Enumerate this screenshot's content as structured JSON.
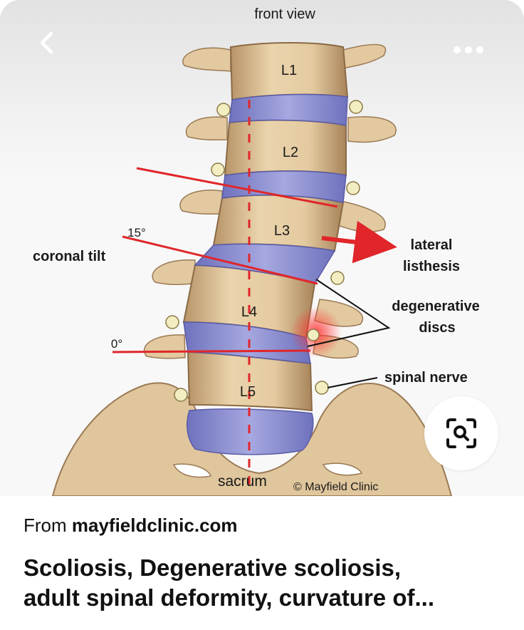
{
  "nav": {
    "back_icon": "chevron-left-icon",
    "more_icon": "more-horizontal-icon",
    "lens_icon": "visual-search-icon"
  },
  "figure": {
    "view_label": "front view",
    "vertebrae": [
      "L1",
      "L2",
      "L3",
      "L4",
      "L5"
    ],
    "angle_15": "15°",
    "angle_0": "0°",
    "coronal_tilt": "coronal tilt",
    "lateral_1": "lateral",
    "lateral_2": "listhesis",
    "degenerative_1": "degenerative",
    "degenerative_2": "discs",
    "spinal_nerve": "spinal nerve",
    "sacrum": "sacrum",
    "credit": "© Mayfield Clinic"
  },
  "pin": {
    "source_prefix": "From ",
    "source_domain": "mayfieldclinic.com",
    "title_line1": "Scoliosis, Degenerative scoliosis,",
    "title_line2": "adult spinal deformity, curvature of..."
  },
  "colors": {
    "bone": "#e6cfa6",
    "disc": "#8c8ed0",
    "red_line": "#e0262a",
    "text": "#111111"
  }
}
